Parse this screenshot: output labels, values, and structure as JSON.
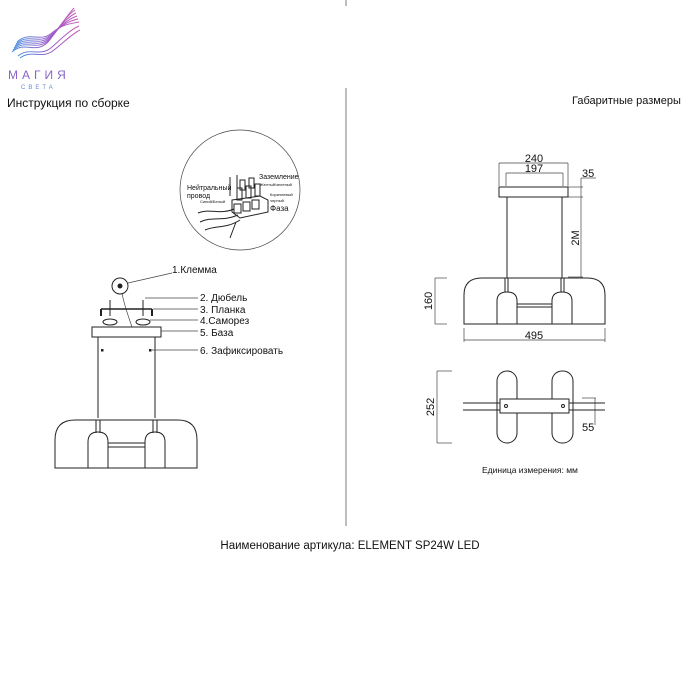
{
  "logo": {
    "line1": "МАГИЯ",
    "line2": "СВЕТА"
  },
  "left": {
    "title": "Инструкция по сборке",
    "detail": {
      "neutral": "Нейтральный провод",
      "neutral_line1": "Нейтральный",
      "neutral_line2": "провод",
      "neutral_color": "Синий/Белый",
      "ground": "Заземление",
      "ground_color": "Желтый/зеленый",
      "phase_color_1": "Коричневый",
      "phase_color_2": "черный",
      "phase": "Фаза"
    },
    "labels": [
      "1.Клемма",
      "2. Дюбель",
      "3. Планка",
      "4.Саморез",
      "5. База",
      "6. Зафиксировать"
    ]
  },
  "right": {
    "title": "Габаритные размеры",
    "dimensions": {
      "d240": "240",
      "d197": "197",
      "d35": "35",
      "d2m": "2M",
      "d160": "160",
      "d495": "495",
      "d252": "252",
      "d55": "55"
    },
    "unit_note": "Единица измерения: мм"
  },
  "footer": {
    "article": "Наименование артикула: ELEMENT SP24W LED"
  },
  "colors": {
    "logo_purple": "#9b5fc0",
    "logo_blue": "#5a7fd6"
  }
}
